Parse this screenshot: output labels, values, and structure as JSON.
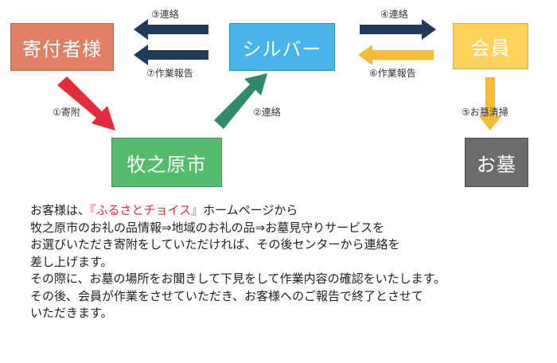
{
  "nodes": {
    "donor": "寄付者様",
    "silver": "シルバー",
    "member": "会員",
    "city": "牧之原市",
    "grave": "お墓"
  },
  "edges": {
    "step1": "①寄附",
    "step2": "②連絡",
    "step3": "③連絡",
    "step4": "④連絡",
    "step5": "⑤お墓清掃",
    "step6": "⑥作業報告",
    "step7": "⑦作業報告"
  },
  "colors": {
    "donor": "#e07f66",
    "silver": "#49b3ea",
    "member": "#ffd25b",
    "city": "#55bc6e",
    "grave": "#6c6c6c",
    "arrow_navy": "#1f3a5a",
    "arrow_yellow": "#f5bd37",
    "arrow_red": "#e32b3a",
    "arrow_green": "#2f8a6a",
    "site_name": "#d9303a"
  },
  "description": {
    "line1_before": "お客様は、",
    "line1_site": "『ふるさとチョイス』",
    "line1_after": "ホームページから",
    "line2": "牧之原市のお礼の品情報⇒地域のお礼の品⇒お墓見守りサービスを",
    "line3": "お選びいただき寄附をしていただければ、その後センターから連絡を",
    "line4": "差し上げます。",
    "line5": "その際に、お墓の場所をお聞きして下見をして作業内容の確認をいたします。",
    "line6": "その後、会員が作業をさせていただき、お客様へのご報告で終了とさせて",
    "line7": "いただきます。"
  }
}
